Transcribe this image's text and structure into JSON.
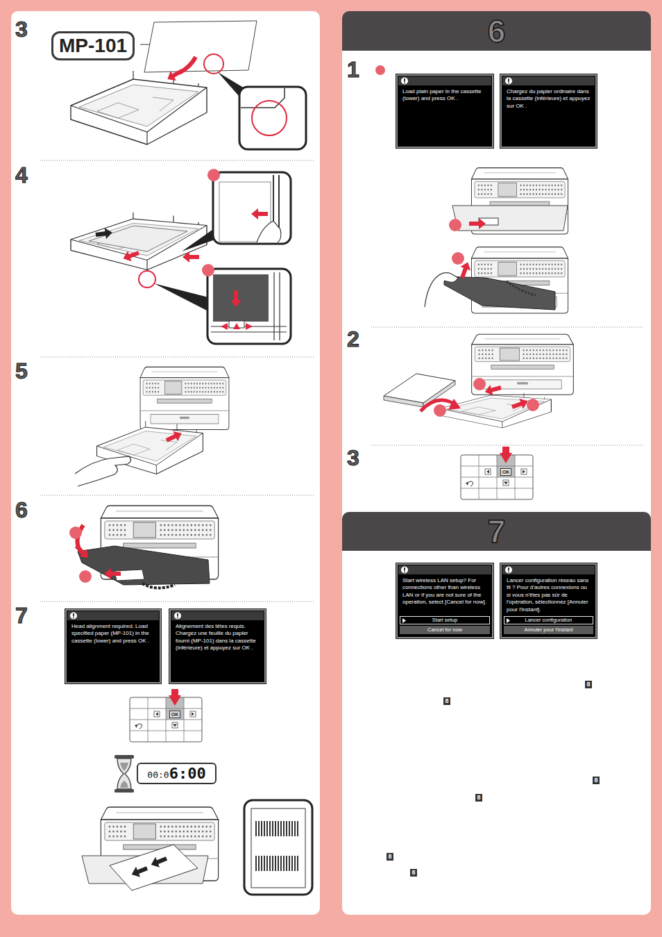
{
  "diagram": {
    "nodes": [
      {
        "text": [
          "MP-101"
        ]
      },
      {
        "text": [
          "Head alignment required. Load specified paper (MP-101) in the cassette (lower) and press OK ."
        ]
      },
      {
        "text": [
          "Alignement des têtes requis. Chargez une feuille du papier fourni (MP-101) dans la cassette (inférieure) et appuyez sur OK ."
        ]
      },
      {
        "text": [
          "OK"
        ]
      },
      {
        "text": [
          "00:0",
          "6:00"
        ]
      },
      {
        "text": [
          "6"
        ]
      },
      {
        "text": [
          "Load plain paper in the cassette (lower) and press OK ."
        ]
      },
      {
        "text": [
          "Chargez du papier ordinaire dans la cassette (inférieure) et appuyez sur OK ."
        ]
      },
      {
        "text": [
          "OK"
        ]
      },
      {
        "text": [
          "7"
        ]
      },
      {
        "text": [
          "Start wireless LAN setup? For connections other than wireless LAN or if you are not sure of the operation, select [Cancel for now]."
        ]
      },
      {
        "text": [
          "Start setup"
        ],
        "in": 10
      },
      {
        "text": [
          "Cancel for now"
        ],
        "in": 10
      },
      {
        "text": [
          "Lancer configuration réseau sans fil ? Pour d'autres connexions ou si vous n'êtes pas sûr de l'opération, sélectionnez [Annuler pour l'instant]."
        ]
      },
      {
        "text": [
          "Lancer configuration"
        ],
        "in": 13
      },
      {
        "text": [
          "Annuler pour l'instant"
        ],
        "in": 13
      },
      {
        "text": [
          "8"
        ]
      },
      {
        "text": [
          "8"
        ]
      },
      {
        "text": [
          "8"
        ]
      },
      {
        "text": [
          "8"
        ]
      },
      {
        "text": [
          "8"
        ]
      },
      {
        "text": [
          "8"
        ]
      }
    ],
    "labels": [
      "3",
      "4",
      "5",
      "6",
      "7",
      "1",
      "2",
      "3"
    ]
  }
}
